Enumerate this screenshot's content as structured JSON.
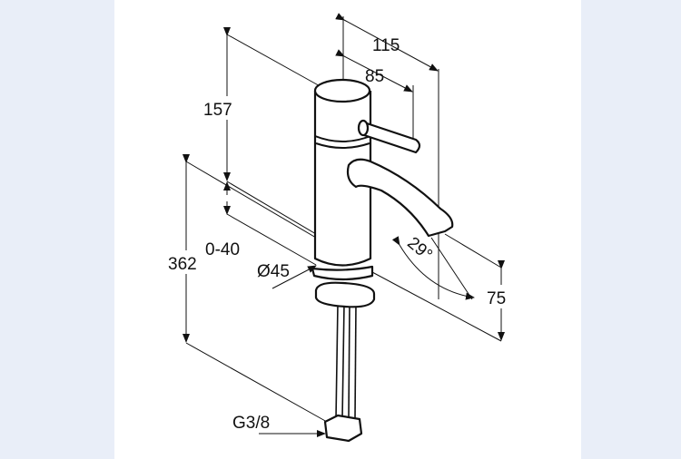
{
  "drawing": {
    "title": "Basin mixer dimension drawing",
    "dimensions": {
      "spout_reach": "115",
      "lever_reach": "85",
      "body_height": "157",
      "adjust_range": "0-40",
      "total_height": "362",
      "base_diameter": "Ø45",
      "spout_angle": "29°",
      "spout_height": "75",
      "connection": "G3/8"
    }
  }
}
